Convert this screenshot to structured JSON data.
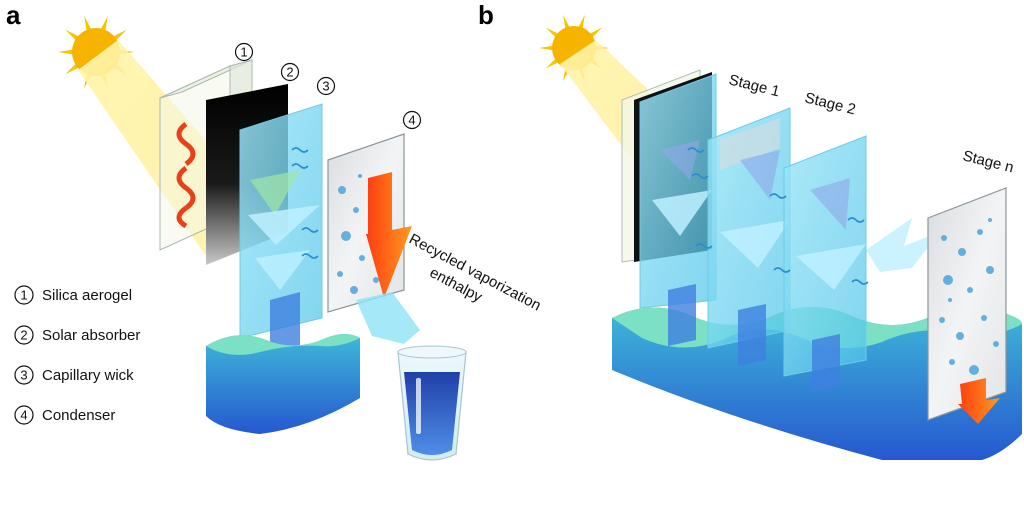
{
  "panels": {
    "a": {
      "letter": "a",
      "markers": [
        "1",
        "2",
        "3",
        "4"
      ],
      "recycled_label_line1": "Recycled vaporization",
      "recycled_label_line2": "enthalpy",
      "legend": [
        {
          "num": "1",
          "text": "Silica aerogel"
        },
        {
          "num": "2",
          "text": "Solar absorber"
        },
        {
          "num": "3",
          "text": "Capillary wick"
        },
        {
          "num": "4",
          "text": "Condenser"
        }
      ]
    },
    "b": {
      "letter": "b",
      "stage_labels": [
        "Stage 1",
        "Stage 2",
        "Stage n"
      ]
    }
  },
  "colors": {
    "sun": "#f6b400",
    "sun_ray": "#f8d94a",
    "beam": "#fff3a0",
    "wick": "#7fd8f0",
    "wick_edge": "#3fb3dd",
    "water_top": "#5fd3b8",
    "water_bottom": "#2a6fd8",
    "heat_arrow": "#ff5a1a",
    "absorber": "#111111",
    "condenser_edge": "#9aa0a6",
    "bubble": "#3f9fd8"
  }
}
